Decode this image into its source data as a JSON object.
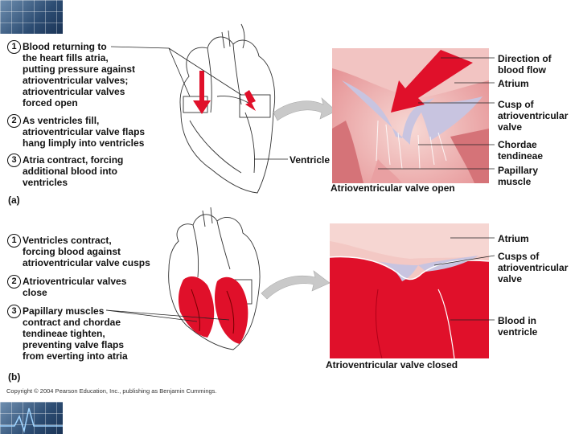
{
  "part_a": {
    "label": "(a)",
    "steps": [
      {
        "num": "1",
        "text": "Blood returning to\nthe heart fills atria,\nputting pressure against\natrioventricular valves;\natrioventricular valves\nforced open"
      },
      {
        "num": "2",
        "text": "As ventricles fill,\natrioventricular valve flaps\nhang limply into ventricles"
      },
      {
        "num": "3",
        "text": "Atria contract, forcing\nadditional blood into\nventricles"
      }
    ],
    "ventricle_label": "Ventricle",
    "right_labels": {
      "direction": "Direction of\nblood flow",
      "atrium": "Atrium",
      "cusp": "Cusp of\natrioventricular\nvalve",
      "chordae": "Chordae\ntendineae",
      "papillary": "Papillary\nmuscle"
    },
    "caption": "Atrioventricular valve open"
  },
  "part_b": {
    "label": "(b)",
    "steps": [
      {
        "num": "1",
        "text": "Ventricles contract,\nforcing blood against\natrioventricular valve cusps"
      },
      {
        "num": "2",
        "text": "Atrioventricular valves\nclose"
      },
      {
        "num": "3",
        "text": "Papillary muscles\ncontract and chordae\ntendineae tighten,\npreventing valve  flaps\nfrom everting into atria"
      }
    ],
    "right_labels": {
      "atrium": "Atrium",
      "cusps": "Cusps of\natrioventricular\nvalve",
      "blood": "Blood in\nventricle"
    },
    "caption": "Atrioventricular valve closed"
  },
  "copyright": "Copyright © 2004 Pearson Education, Inc., publishing as Benjamin Cummings.",
  "colors": {
    "blood_red": "#e0102a",
    "tissue_pink": "#eba5a5",
    "tissue_light": "#f6d6d2",
    "valve_lilac": "#c8c4e0",
    "arrow_gray": "#c9c9c9",
    "corner_blue": "#2d4d73"
  }
}
